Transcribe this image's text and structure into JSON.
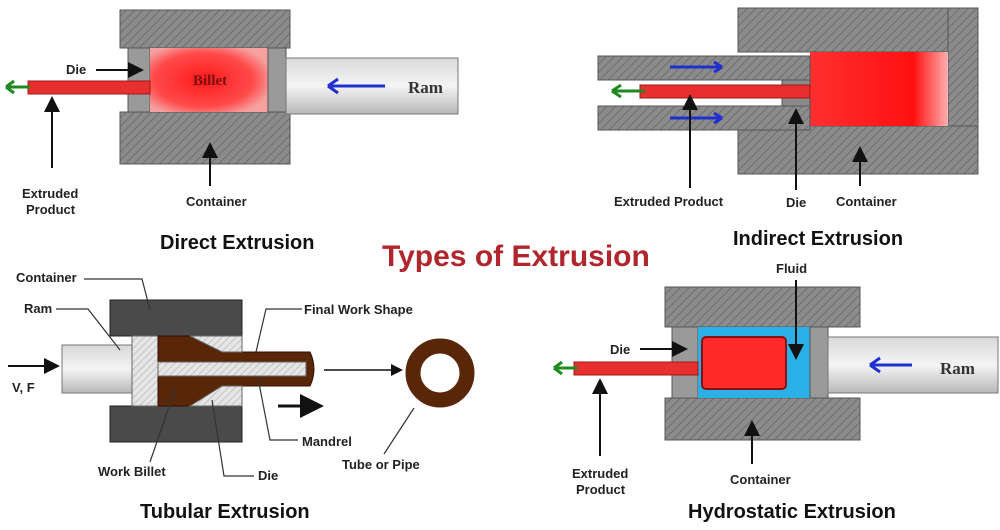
{
  "main_title": "Types of Extrusion",
  "colors": {
    "container_gray": "#8a8a8a",
    "billet_red": "#ff2a2a",
    "product_red": "#e82e2e",
    "arrow_blue": "#1f2fd0",
    "arrow_green": "#1f8a1f",
    "fluid_blue": "#2ab0e6",
    "tubular_brown": "#5a2608",
    "title_red": "#b0262c"
  },
  "direct": {
    "title": "Direct Extrusion",
    "labels": {
      "die": "Die",
      "billet": "Billet",
      "ram": "Ram",
      "extruded_1": "Extruded",
      "extruded_2": "Product",
      "container": "Container"
    }
  },
  "indirect": {
    "title": "Indirect Extrusion",
    "labels": {
      "extruded": "Extruded Product",
      "die": "Die",
      "container": "Container"
    }
  },
  "tubular": {
    "title": "Tubular Extrusion",
    "labels": {
      "container": "Container",
      "ram": "Ram",
      "vf": "V, F",
      "final": "Final Work Shape",
      "mandrel": "Mandrel",
      "work_billet": "Work Billet",
      "die": "Die",
      "tube": "Tube or Pipe"
    }
  },
  "hydrostatic": {
    "title": "Hydrostatic Extrusion",
    "labels": {
      "fluid": "Fluid",
      "die": "Die",
      "ram": "Ram",
      "extruded_1": "Extruded",
      "extruded_2": "Product",
      "container": "Container"
    }
  }
}
